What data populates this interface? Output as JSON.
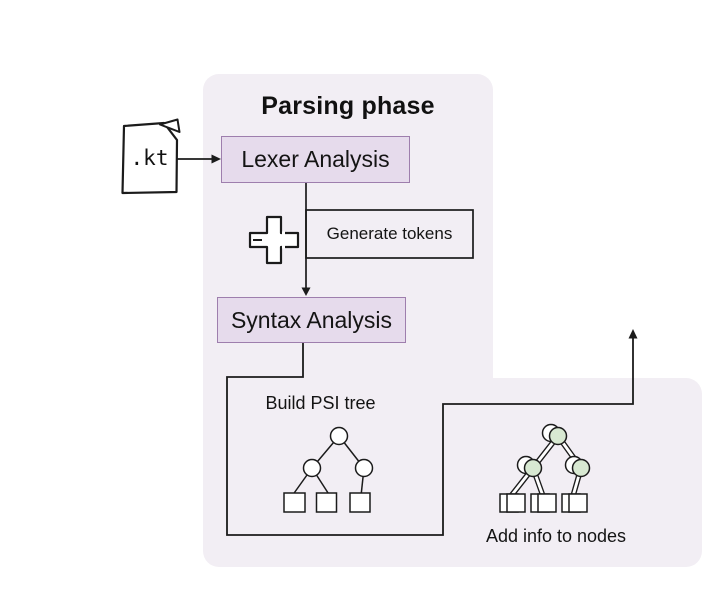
{
  "diagram": {
    "title": "Parsing phase",
    "file_badge": ".kt",
    "boxes": {
      "lexer": "Lexer Analysis",
      "syntax": "Syntax Analysis"
    },
    "labels": {
      "generate_tokens": "Generate tokens",
      "build_psi_tree": "Build PSI tree",
      "add_info_to_nodes": "Add info to nodes"
    },
    "icons": [
      "kt-file-icon",
      "plus-icon",
      "psi-tree-icon",
      "annotated-tree-icon",
      "up-arrow-icon"
    ],
    "colors": {
      "panel_bg": "#f2eef4",
      "stage_box_fill": "#e6dbec",
      "stage_box_border": "#9e7ead",
      "line": "#1b1b1b",
      "tree_node_green": "#d8e9d2",
      "tree_node_white": "#ffffff"
    }
  }
}
